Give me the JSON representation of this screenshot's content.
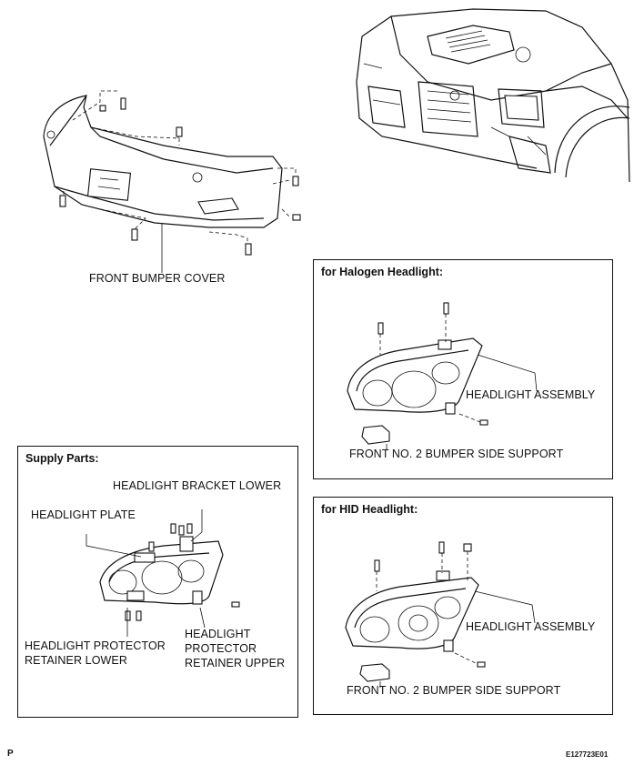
{
  "labels": {
    "front_bumper_cover": "FRONT BUMPER COVER",
    "headlight_bracket_lower": "HEADLIGHT BRACKET LOWER",
    "headlight_plate": "HEADLIGHT PLATE",
    "retainer_lower_line1": "HEADLIGHT PROTECTOR",
    "retainer_lower_line2": "RETAINER LOWER",
    "retainer_upper_line1": "HEADLIGHT",
    "retainer_upper_line2": "PROTECTOR",
    "retainer_upper_line3": "RETAINER UPPER"
  },
  "boxes": {
    "supply_parts": {
      "title": "Supply Parts:"
    },
    "halogen": {
      "title": "for Halogen Headlight:",
      "assembly_label": "HEADLIGHT ASSEMBLY",
      "support_label": "FRONT NO. 2 BUMPER SIDE SUPPORT"
    },
    "hid": {
      "title": "for HID Headlight:",
      "assembly_label": "HEADLIGHT ASSEMBLY",
      "support_label": "FRONT NO. 2 BUMPER SIDE SUPPORT"
    }
  },
  "footer": {
    "left_mark": "P",
    "figure_id": "E127723E01"
  }
}
